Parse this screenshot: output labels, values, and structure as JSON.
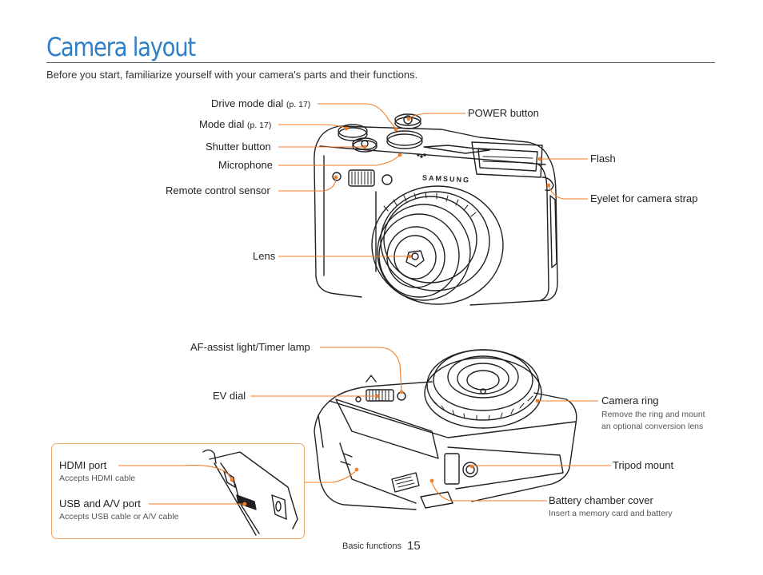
{
  "page": {
    "title": "Camera layout",
    "intro": "Before you start, familiarize yourself with your camera's parts and their functions.",
    "section": "Basic functions",
    "number": "15"
  },
  "top_labels": {
    "drive_mode_dial": "Drive mode dial",
    "drive_mode_dial_ref": "(p. 17)",
    "mode_dial": "Mode dial",
    "mode_dial_ref": "(p. 17)",
    "shutter_button": "Shutter button",
    "microphone": "Microphone",
    "remote_control_sensor": "Remote control sensor",
    "lens": "Lens",
    "power_button": "POWER button",
    "flash": "Flash",
    "eyelet": "Eyelet for camera strap",
    "brand": "SAMSUNG"
  },
  "bottom_labels": {
    "af_assist": "AF-assist light/Timer lamp",
    "ev_dial": "EV dial",
    "camera_ring": "Camera ring",
    "camera_ring_note1": "Remove the ring and mount",
    "camera_ring_note2": "an optional conversion lens",
    "tripod_mount": "Tripod mount",
    "battery_cover": "Battery chamber cover",
    "battery_cover_note": "Insert a memory card and battery",
    "hdmi_port": "HDMI port",
    "hdmi_port_note": "Accepts HDMI cable",
    "usb_port": "USB and A/V port",
    "usb_port_note": "Accepts USB cable or A/V cable"
  },
  "colors": {
    "title": "#2f7fc9",
    "leader": "#f07d28",
    "inset_border": "#f0a464"
  }
}
